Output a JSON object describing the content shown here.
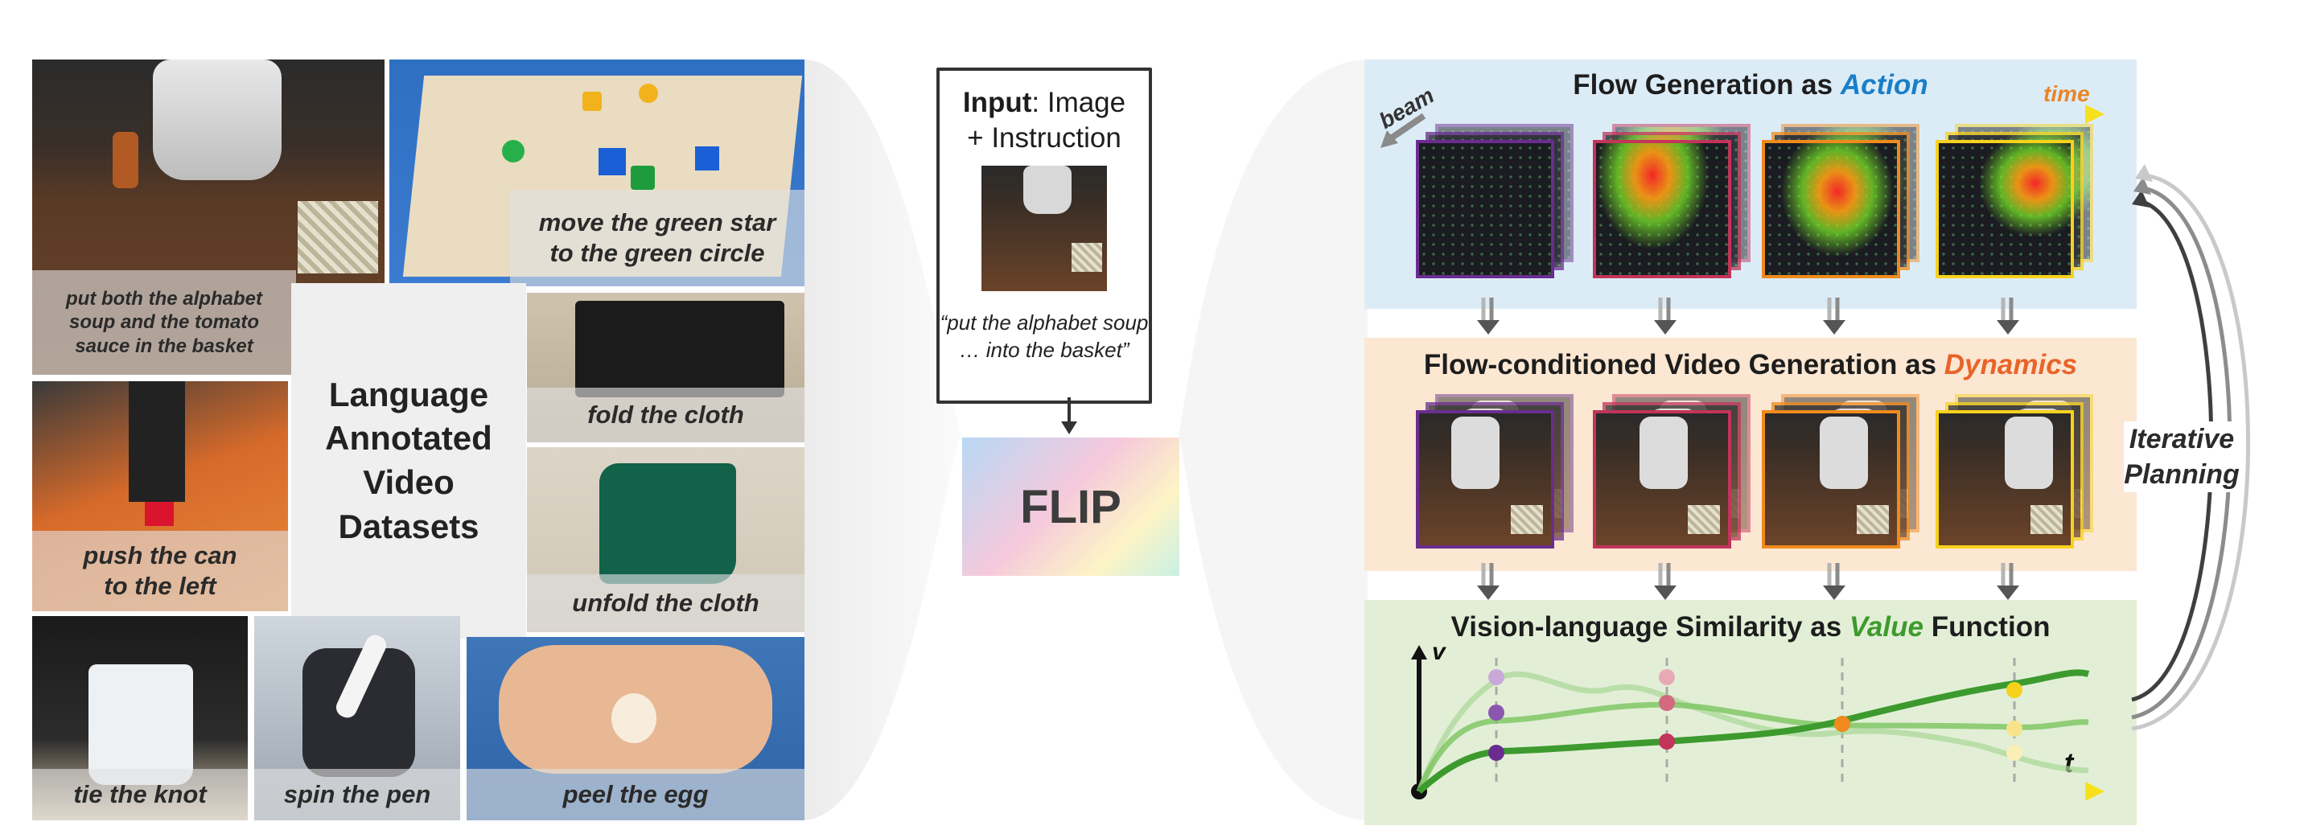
{
  "left": {
    "center_label": "Language Annotated Video Datasets",
    "captions": [
      "put both the alphabet soup and the tomato sauce in the basket",
      "move the green star to the green circle",
      "fold the cloth",
      "push the can to the left",
      "unfold the cloth",
      "tie the knot",
      "spin the pen",
      "peel the egg"
    ]
  },
  "middle": {
    "input_bold": "Input",
    "input_rest_1": ": Image",
    "input_rest_2": "+ Instruction",
    "instruction_1": "“put the alphabet soup",
    "instruction_2": "… into the basket”",
    "flip_label": "FLIP"
  },
  "right": {
    "flow": {
      "title_pre": "Flow Generation as ",
      "title_key": "Action",
      "beam_label": "beam",
      "time_label": "time",
      "accent": "#1a7fc7"
    },
    "video": {
      "title_pre": "Flow-conditioned Video Generation as ",
      "title_key": "Dynamics",
      "accent": "#e8642a"
    },
    "value": {
      "title_pre": "Vision-language Similarity as ",
      "title_key": "Value",
      "title_post": " Function",
      "accent": "#3d9a2e",
      "y_label": "v",
      "x_label": "t"
    },
    "iterative_1": "Iterative",
    "iterative_2": "Planning",
    "frame_colors": [
      "#6a2d8f",
      "#c2345a",
      "#f08a1c",
      "#f7d21c"
    ]
  }
}
